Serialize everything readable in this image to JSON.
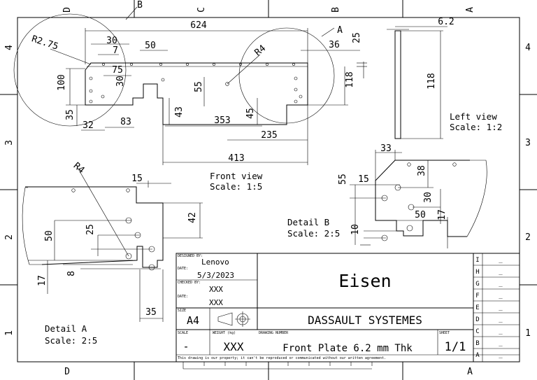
{
  "border": {
    "top_letters": [
      "D",
      "C",
      "B",
      "A"
    ],
    "bottom_letters": [
      "D",
      "A"
    ],
    "left_numbers": [
      "4",
      "3",
      "2",
      "1"
    ],
    "right_numbers": [
      "4",
      "3",
      "2",
      "1"
    ]
  },
  "front_view": {
    "caption": "Front view",
    "scale": "Scale:  1:5",
    "dims": {
      "d624": "624",
      "d30": "30",
      "d7": "7",
      "d50": "50",
      "r275": "R2.75",
      "d75": "75",
      "d100": "100",
      "d30b": "30",
      "d55": "55",
      "d36": "36",
      "d25": "25",
      "d118": "118",
      "r4": "R4",
      "d35": "35",
      "d32": "32",
      "d83": "83",
      "d43": "43",
      "d353": "353",
      "d45": "45",
      "d235": "235",
      "d413": "413"
    },
    "detail_markers": {
      "b": "B",
      "a": "A"
    }
  },
  "left_view": {
    "caption": "Left view",
    "scale": "Scale:  1:2",
    "dims": {
      "d62": "6.2",
      "d118": "118"
    }
  },
  "detail_a": {
    "caption": "Detail A",
    "scale": "Scale:  2:5",
    "dims": {
      "r4": "R4",
      "d15": "15",
      "d42": "42",
      "d50": "50",
      "d25": "25",
      "d17": "17",
      "d8": "8",
      "d35": "35"
    }
  },
  "detail_b": {
    "caption": "Detail B",
    "scale": "Scale:  2:5",
    "dims": {
      "d33": "33",
      "d55": "55",
      "d15": "15",
      "d38": "38",
      "d30": "30",
      "d50": "50",
      "d17": "17",
      "d10": "10"
    }
  },
  "title_block": {
    "designed_by_label": "DESIGNED BY:",
    "designer": "Lenovo",
    "date_label": "DATE:",
    "date": "5/3/2023",
    "checked_by_label": "CHECKED BY:",
    "checker": "XXX",
    "date2_label": "DATE:",
    "check_date": "XXX",
    "size_label": "SIZE",
    "size": "A4",
    "title": "Eisen",
    "company": "DASSAULT SYSTEMES",
    "scale_label": "SCALE",
    "scale": "-",
    "weight_label": "WEIGHT (kg)",
    "weight": "XXX",
    "drawing_number_label": "DRAWING NUMBER",
    "drawing_number": "Front Plate 6.2 mm Thk",
    "sheet_label": "SHEET",
    "sheet": "1/1",
    "footer": "This drawing is our property; it can't be reproduced or communicated without our written agreement.",
    "revisions": [
      {
        "letter": "I",
        "value": "_"
      },
      {
        "letter": "H",
        "value": "_"
      },
      {
        "letter": "G",
        "value": "_"
      },
      {
        "letter": "F",
        "value": "_"
      },
      {
        "letter": "E",
        "value": "_"
      },
      {
        "letter": "D",
        "value": "_"
      },
      {
        "letter": "C",
        "value": "_"
      },
      {
        "letter": "B",
        "value": "_"
      },
      {
        "letter": "A",
        "value": "_"
      }
    ]
  }
}
